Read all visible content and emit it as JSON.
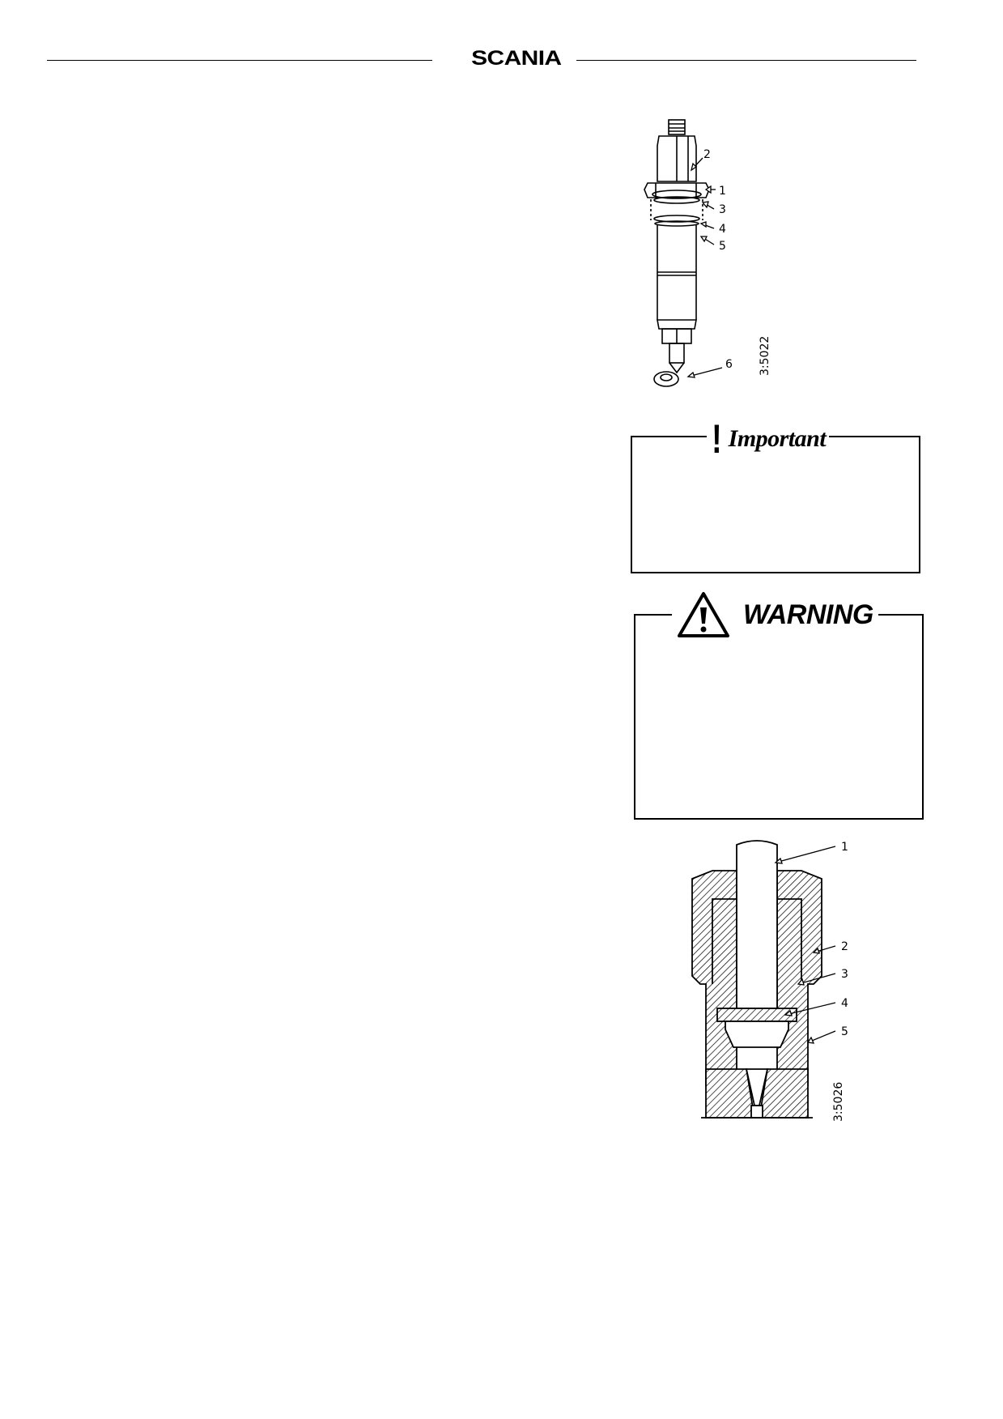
{
  "header": {
    "brand": "SCANIA"
  },
  "figure_injector": {
    "callouts": [
      "1",
      "2",
      "3",
      "4",
      "5",
      "6"
    ],
    "figure_id": "3:5022"
  },
  "important": {
    "icon": "exclamation-icon",
    "heading": "Important"
  },
  "warning": {
    "icon": "warning-triangle-icon",
    "heading": "WARNING"
  },
  "figure_tool": {
    "callouts": [
      "1",
      "2",
      "3",
      "4",
      "5"
    ],
    "figure_id": "3:5026"
  }
}
